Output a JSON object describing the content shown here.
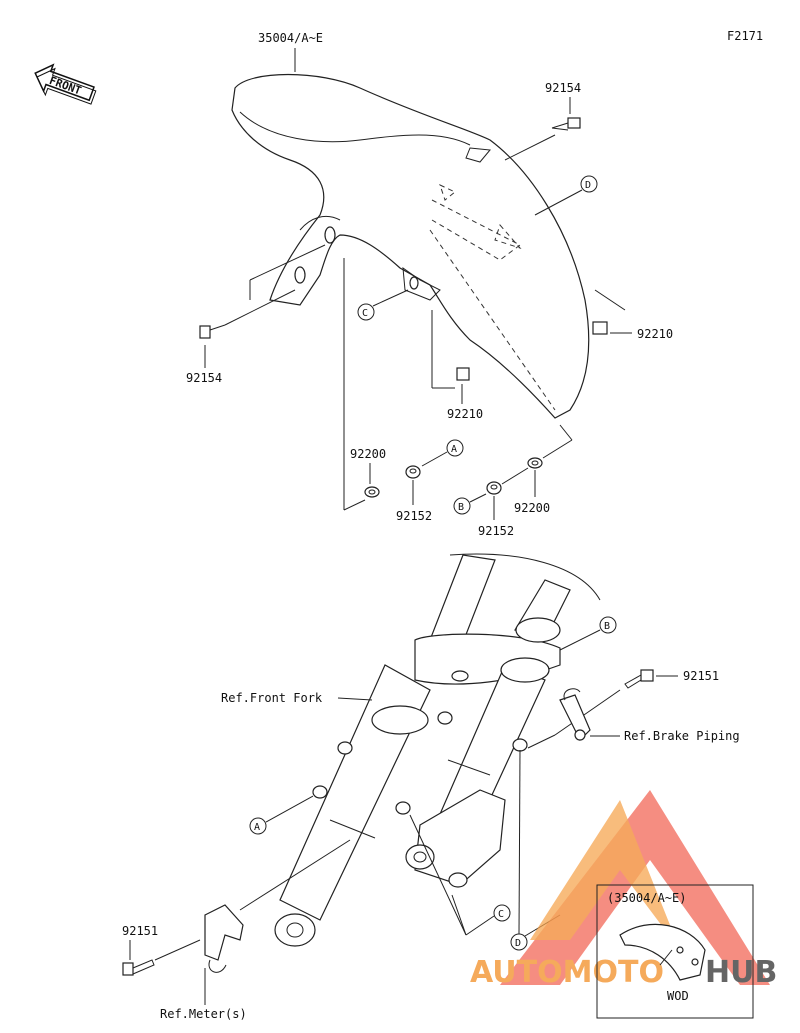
{
  "figure_code": "F2171",
  "orientation": "FRONT",
  "labels": {
    "fender_part": "35004/A~E",
    "bolt_top": "92154",
    "bolt_left": "92154",
    "clip_right": "92210",
    "clip_mid": "92210",
    "washer_left": "92200",
    "nut_left": "92152",
    "nut_right": "92152",
    "washer_right": "92200",
    "bolt_fork_right": "92151",
    "bolt_fork_left": "92151",
    "ref_front_fork": "Ref.Front Fork",
    "ref_brake_piping": "Ref.Brake Piping",
    "ref_meter": "Ref.Meter(s)"
  },
  "callouts": {
    "A": "A",
    "B": "B",
    "C": "C",
    "D": "D"
  },
  "inset": {
    "title": "(35004/A~E)",
    "caption": "WOD"
  },
  "watermark": {
    "text_left": "AUTOMOTO",
    "text_right": "HUB",
    "color_primary": "#f26b5b",
    "color_secondary": "#f5a14a"
  }
}
